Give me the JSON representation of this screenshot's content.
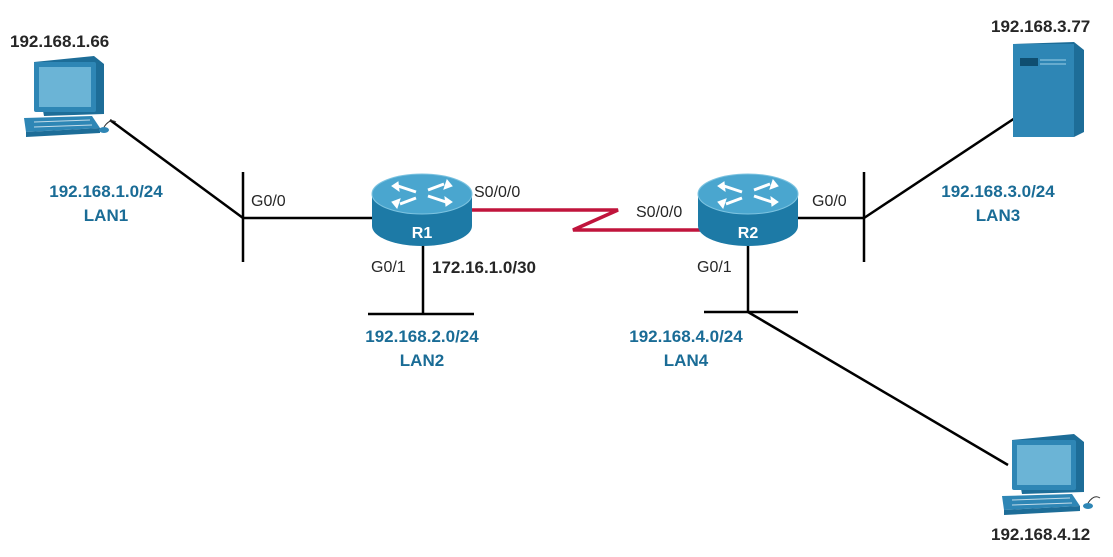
{
  "colors": {
    "line": "#000000",
    "serial_link": "#c0143c",
    "network_label": "#1a6c96",
    "device_label": "#262626",
    "router_body": "#1d7aa6",
    "router_top": "#4aa6cf",
    "device_blue": "#2e86b5"
  },
  "hosts": {
    "pc1_ip": "192.168.1.66",
    "server_ip": "192.168.3.77",
    "pc2_ip": "192.168.4.12"
  },
  "routers": {
    "r1": {
      "name": "R1",
      "port_g00": "G0/0",
      "port_g01": "G0/1",
      "port_s000": "S0/0/0"
    },
    "r2": {
      "name": "R2",
      "port_g00": "G0/0",
      "port_g01": "G0/1",
      "port_s000": "S0/0/0"
    }
  },
  "serial_link": {
    "network": "172.16.1.0/30"
  },
  "lans": {
    "lan1": {
      "network": "192.168.1.0/24",
      "name": "LAN1"
    },
    "lan2": {
      "network": "192.168.2.0/24",
      "name": "LAN2"
    },
    "lan3": {
      "network": "192.168.3.0/24",
      "name": "LAN3"
    },
    "lan4": {
      "network": "192.168.4.0/24",
      "name": "LAN4"
    }
  },
  "icons": [
    "pc-icon",
    "server-icon",
    "router-icon"
  ]
}
